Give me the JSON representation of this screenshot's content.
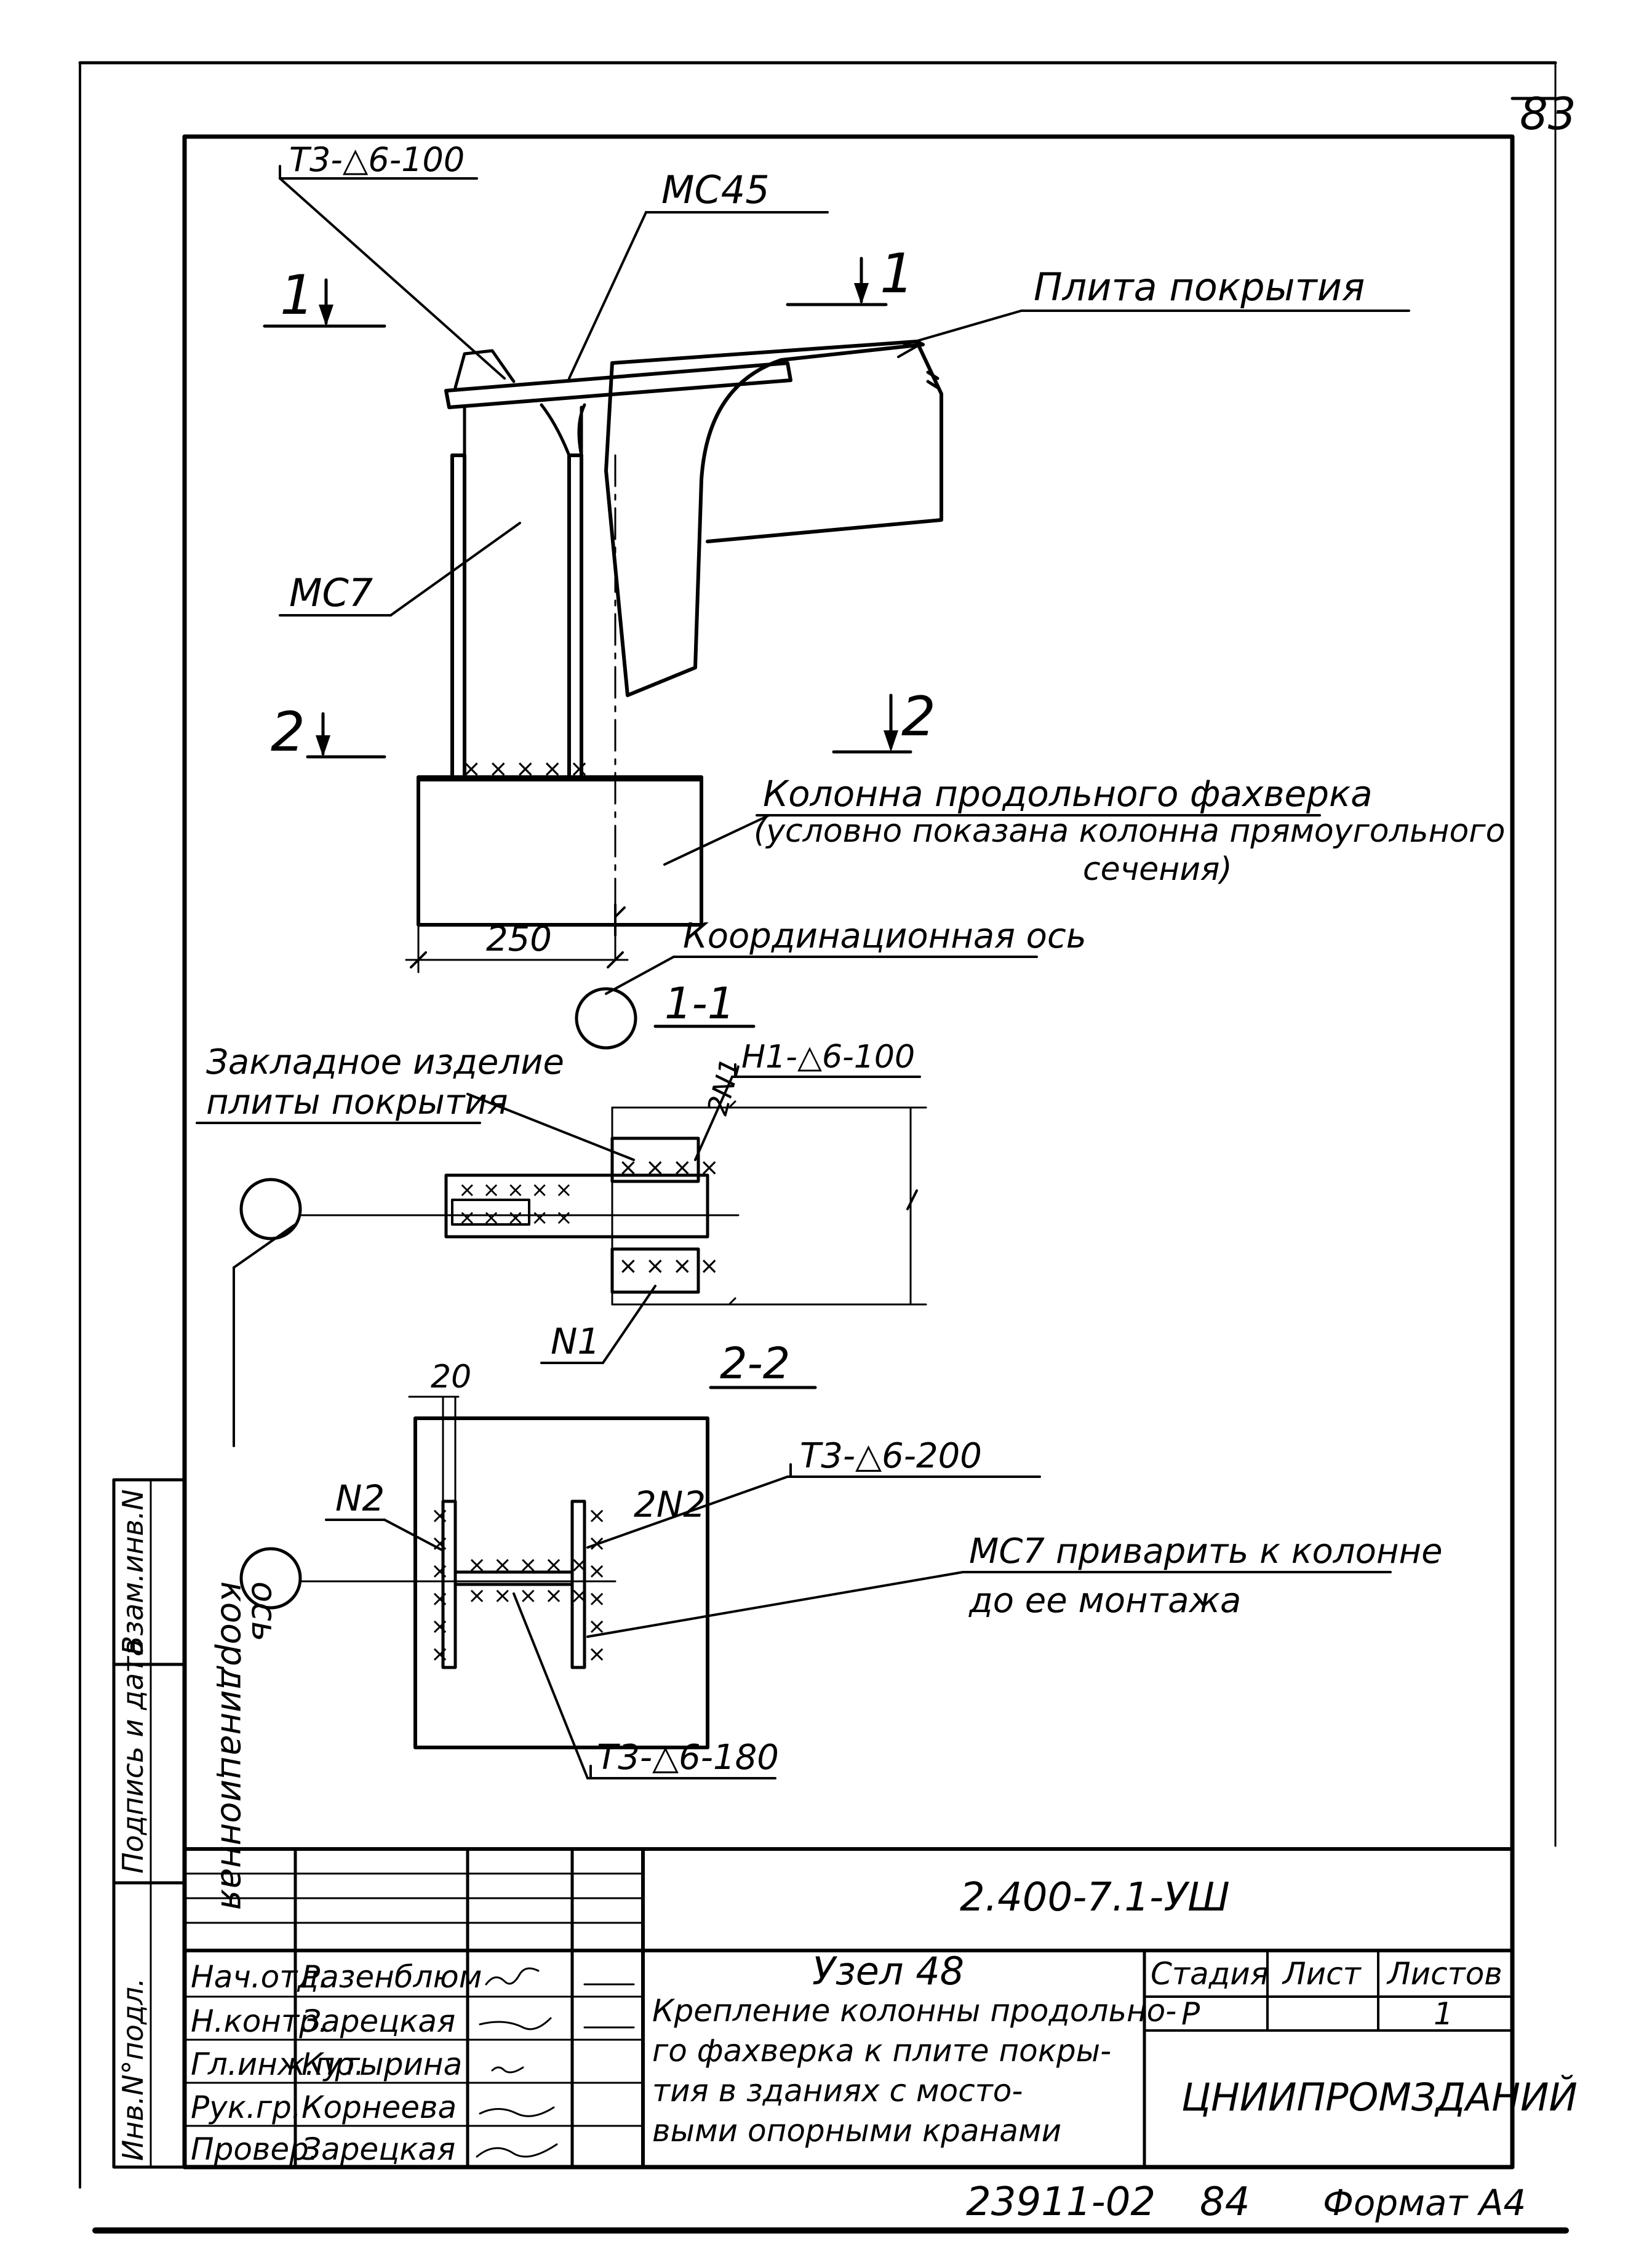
{
  "sheet_number": "83",
  "labels": {
    "weld_t3_top": "T3-△6-100",
    "mc45": "MC45",
    "cover_slab": "Плита покрытия",
    "section_1_left": "1",
    "section_1_right": "1",
    "section_2_left": "2",
    "section_2_right": "2",
    "mc7": "MC7",
    "column_title": "Колонна продольного фахверка",
    "column_note_1": "(условно показана колонна прямоугольного",
    "column_note_2": "сечения)",
    "dim_250": "250",
    "coord_axis": "Координационная ось",
    "section_1_1": "1-1",
    "embedded_1": "Закладное изделие",
    "embedded_2": "плиты покрытия",
    "mark_2n1": "2N1",
    "weld_h1": "H1-△6-100",
    "mark_n1": "N1",
    "section_2_2": "2-2",
    "coord_axis_vertical_1": "координационная",
    "coord_axis_vertical_2": "ось",
    "dim_20": "20",
    "mark_n2": "N2",
    "mark_2n2": "2N2",
    "weld_t3_200": "T3-△6-200",
    "weld_note_1": "MC7 приварить к колонне",
    "weld_note_2": "до ее монтажа",
    "weld_t3_180": "T3-△6-180"
  },
  "side_stamp": [
    "Инв.N°подл.",
    "Подпись и дата",
    "Взам.инв.N"
  ],
  "title_block": {
    "document_code": "2.400-7.1-УШ",
    "roles": [
      {
        "role": "Нач.отд.",
        "name": "Разенблюм"
      },
      {
        "role": "Н.контр.",
        "name": "Зарецкая"
      },
      {
        "role": "Гл.инж.пр.",
        "name": "Кутырина"
      },
      {
        "role": "Рук.гр.",
        "name": "Корнеева"
      },
      {
        "role": "Провер.",
        "name": "Зарецкая"
      }
    ],
    "title": "Узел 48",
    "description": [
      "Крепление колонны продольно-",
      "го фахверка к плите покры-",
      "тия в зданиях с мосто-",
      "выми опорными кранами"
    ],
    "stage_label": "Стадия",
    "sheet_label": "Лист",
    "sheets_label": "Листов",
    "stage_value": "P",
    "sheets_value": "1",
    "organization": "ЦНИИПРОМЗДАНИЙ"
  },
  "footer": {
    "code": "23911-02",
    "number": "84",
    "format": "Формат А4"
  }
}
